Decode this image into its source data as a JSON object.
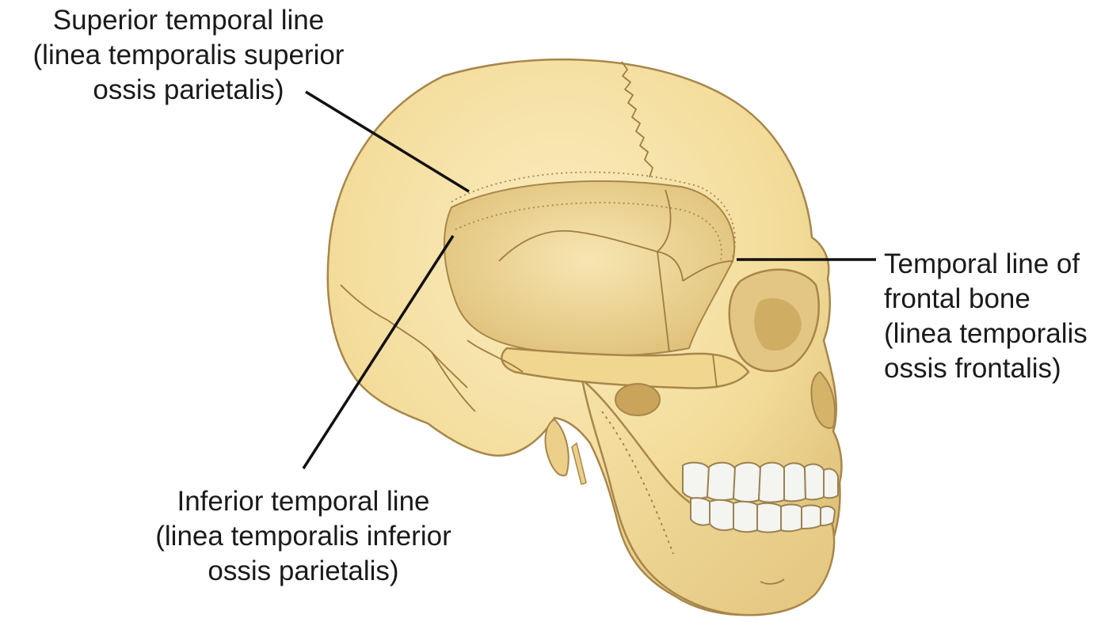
{
  "labels": {
    "superior_temporal_line": {
      "lines": [
        "Superior temporal line",
        "(linea temporalis superior",
        "ossis parietalis)"
      ]
    },
    "inferior_temporal_line": {
      "lines": [
        "Inferior temporal line",
        "(linea temporalis inferior",
        "ossis parietalis)"
      ]
    },
    "temporal_line_frontal": {
      "lines": [
        "Temporal line of",
        "frontal bone",
        "(linea temporalis",
        "ossis frontalis)"
      ]
    }
  },
  "colors": {
    "bone": "#f3dc9a",
    "bone_shadow": "#d9b86a",
    "bone_outline": "#a8864a",
    "teeth": "#f4f4f0",
    "leader_line": "#111111"
  }
}
